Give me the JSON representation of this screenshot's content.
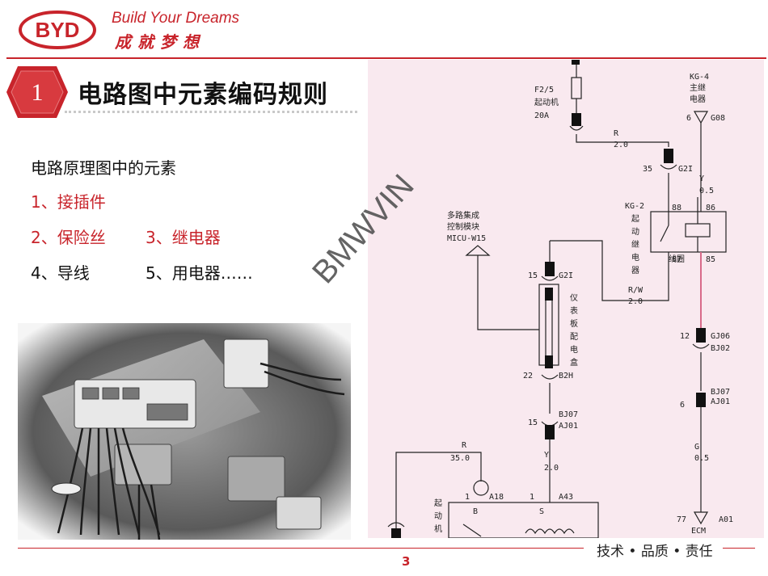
{
  "header": {
    "logo_text": "BYD",
    "tagline_en": "Build Your Dreams",
    "tagline_cn": "成就梦想"
  },
  "section": {
    "number": "1",
    "title": "电路图中元素编码规则"
  },
  "content": {
    "subheading": "电路原理图中的元素",
    "items": [
      {
        "text": "1、接插件"
      },
      {
        "text": "2、保险丝"
      },
      {
        "text": "3、继电器"
      },
      {
        "text": "4、导线"
      },
      {
        "text": "5、用电器……"
      }
    ]
  },
  "diagram_labels": {
    "fuse": [
      "F2/5",
      "起动机",
      "20A"
    ],
    "kg4": [
      "KG-4",
      "主继",
      "电器"
    ],
    "kg4_pin": [
      "6",
      "G08"
    ],
    "wire_r20": [
      "R",
      "2.0"
    ],
    "g2i_top": [
      "35",
      "G2I"
    ],
    "wire_y05_top": [
      "Y",
      "0.5"
    ],
    "kg2": [
      "KG-2",
      "起",
      "动",
      "继",
      "电",
      "器"
    ],
    "relay_pins": [
      "88",
      "86",
      "87",
      "85"
    ],
    "relay_label": "线圈",
    "micu": [
      "多路集成",
      "控制模块",
      "MICU-W15"
    ],
    "g2i_mid": [
      "15",
      "G2I"
    ],
    "box_label": [
      "仪",
      "表",
      "板",
      "配",
      "电",
      "盒"
    ],
    "wire_rw": [
      "R/W",
      "2.0"
    ],
    "gj06": [
      "12",
      "GJ06",
      "BJ02"
    ],
    "b2h": [
      "22",
      "B2H"
    ],
    "bj07_left": [
      "BJ07",
      "15",
      "AJ01"
    ],
    "bj07_right": [
      "BJ07",
      "6",
      "AJ01"
    ],
    "wire_y20": [
      "Y",
      "2.0"
    ],
    "wire_r35": [
      "R",
      "35.0"
    ],
    "a18": [
      "1",
      "A18"
    ],
    "a43": [
      "1",
      "A43"
    ],
    "starter": [
      "起",
      "动",
      "机"
    ],
    "bs": [
      "B",
      "S"
    ],
    "wire_g05": [
      "G",
      "0.5"
    ],
    "ecm": [
      "77",
      "A01",
      "ECM"
    ]
  },
  "watermark": "BMWVIN",
  "footer": {
    "slogan": "技术 • 品质 • 责任",
    "page_number": "3"
  },
  "colors": {
    "brand_red": "#c8242b",
    "diagram_bg": "#f9e9ef",
    "wire": "#222222",
    "highlight_wire": "#d86a8a"
  }
}
